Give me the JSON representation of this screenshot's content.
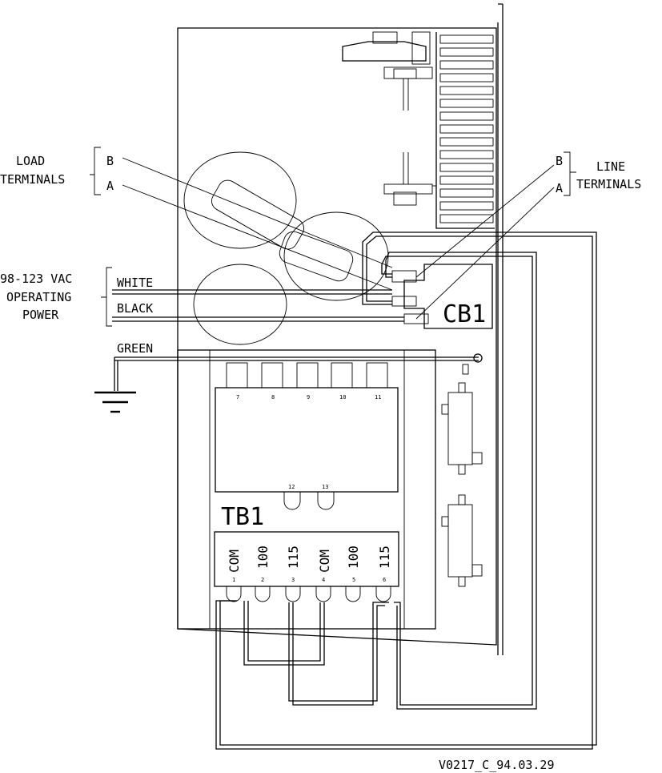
{
  "labels": {
    "load_terminals": [
      "LOAD",
      "TERMINALS"
    ],
    "load_b": "B",
    "load_a": "A",
    "line_terminals": [
      "LINE",
      "TERMINALS"
    ],
    "line_b": "B",
    "line_a": "A",
    "operating_power": [
      "98-123 VAC",
      "OPERATING",
      "POWER"
    ],
    "white": "WHITE",
    "black": "BLACK",
    "green": "GREEN",
    "cb1": "CB1",
    "tb1": "TB1",
    "terminal_numbers_top": [
      "7",
      "8",
      "9",
      "10",
      "11"
    ],
    "terminal_numbers_mid": [
      "12",
      "13"
    ],
    "terminal_labels": [
      "COM",
      "100",
      "115",
      "COM",
      "100",
      "115"
    ],
    "terminal_numbers_bottom": [
      "1",
      "2",
      "3",
      "4",
      "5",
      "6"
    ],
    "footer_code": "V0217_C_94.03.29"
  }
}
